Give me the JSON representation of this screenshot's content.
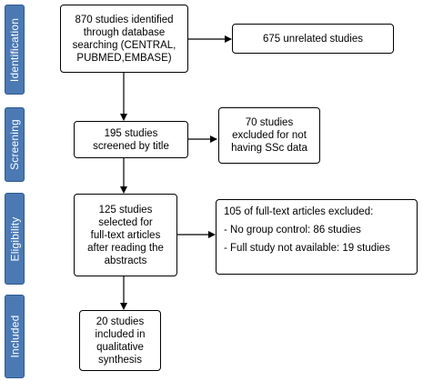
{
  "colors": {
    "stage_fill": "#4b79b4",
    "stage_border": "#2f5a8f",
    "box_border": "#000000",
    "arrow": "#000000"
  },
  "stages": [
    {
      "id": "identification",
      "label": "Identification"
    },
    {
      "id": "screening",
      "label": "Screening"
    },
    {
      "id": "eligibility",
      "label": "Eligibility"
    },
    {
      "id": "included",
      "label": "Included"
    }
  ],
  "boxes": {
    "identified": {
      "lines": [
        "870 studies identified",
        "through database",
        "searching (CENTRAL,",
        "PUBMED,EMBASE)"
      ]
    },
    "unrelated": {
      "lines": [
        "675 unrelated studies"
      ]
    },
    "screened": {
      "lines": [
        "195 studies",
        "screened by title"
      ]
    },
    "excluded_screening": {
      "lines": [
        "70 studies",
        "excluded for not",
        "having SSc data"
      ]
    },
    "selected": {
      "lines": [
        "125 studies",
        "selected for",
        "full-text articles",
        "after reading the",
        "abstracts"
      ]
    },
    "excluded_fulltext": {
      "header": "105 of full-text articles excluded:",
      "items": [
        "- No group control: 86 studies",
        "- Full study not available: 19 studies"
      ]
    },
    "included": {
      "lines": [
        "20 studies",
        "included in",
        "qualitative",
        "synthesis"
      ]
    }
  }
}
